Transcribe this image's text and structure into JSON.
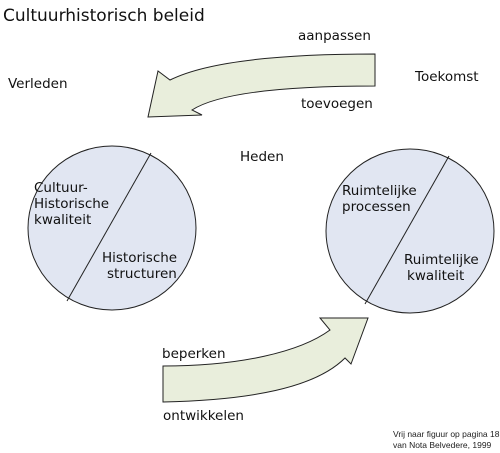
{
  "title": "Cultuurhistorisch beleid",
  "labels": {
    "past": "Verleden",
    "present": "Heden",
    "future": "Toekomst",
    "top_arrow_above": "aanpassen",
    "top_arrow_below": "toevoegen",
    "bottom_arrow_above": "beperken",
    "bottom_arrow_below": "ontwikkelen"
  },
  "left_circle": {
    "upper": [
      "Cultuur-",
      "Historische",
      "kwaliteit"
    ],
    "lower": [
      "Historische",
      "structuren"
    ]
  },
  "right_circle": {
    "upper": [
      "Ruimtelijke",
      "processen"
    ],
    "lower": [
      "Ruimtelijke",
      "kwaliteit"
    ]
  },
  "source": [
    "Vrij naar figuur op pagina 18",
    "van Nota Belvedere, 1999"
  ],
  "colors": {
    "circle_fill": "#e1e6f2",
    "arrow_fill": "#e9eedc",
    "stroke": "#222222"
  }
}
